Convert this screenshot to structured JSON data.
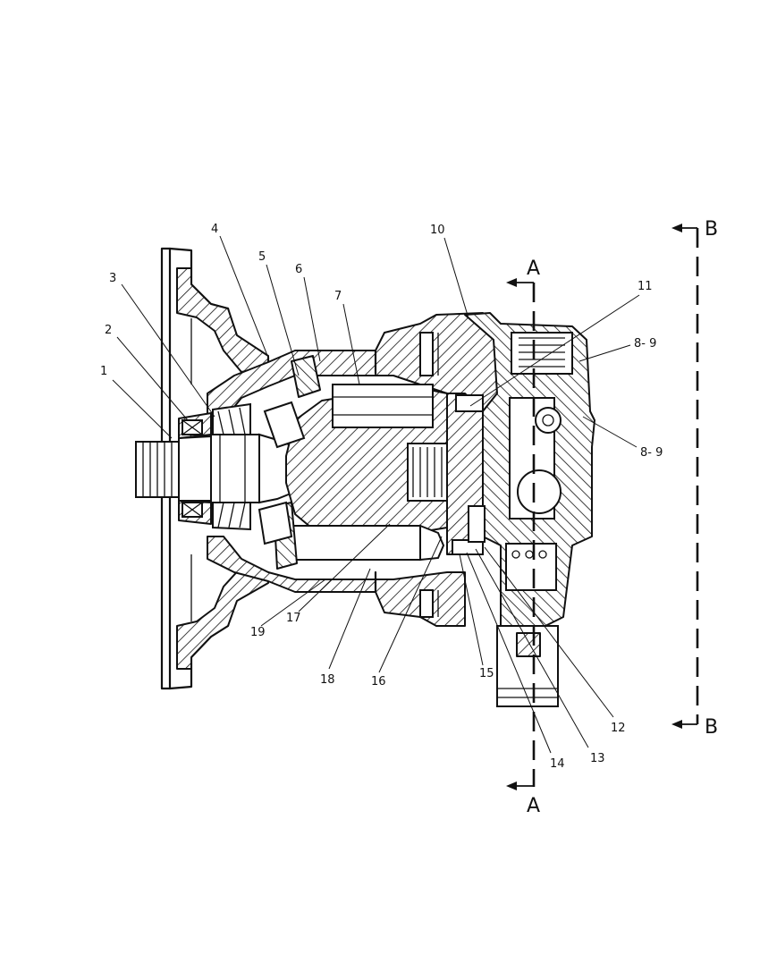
{
  "callouts": [
    {
      "id": "1",
      "label": "1"
    },
    {
      "id": "2",
      "label": "2"
    },
    {
      "id": "3",
      "label": "3"
    },
    {
      "id": "4",
      "label": "4"
    },
    {
      "id": "5",
      "label": "5"
    },
    {
      "id": "6",
      "label": "6"
    },
    {
      "id": "7",
      "label": "7"
    },
    {
      "id": "8-9-top",
      "label": "8- 9"
    },
    {
      "id": "8-9-bottom",
      "label": "8- 9"
    },
    {
      "id": "10",
      "label": "10"
    },
    {
      "id": "11",
      "label": "11"
    },
    {
      "id": "12",
      "label": "12"
    },
    {
      "id": "13",
      "label": "13"
    },
    {
      "id": "14",
      "label": "14"
    },
    {
      "id": "15",
      "label": "15"
    },
    {
      "id": "16",
      "label": "16"
    },
    {
      "id": "17",
      "label": "17"
    },
    {
      "id": "18",
      "label": "18"
    },
    {
      "id": "19",
      "label": "19"
    }
  ],
  "section_markers": {
    "a_top": "A",
    "a_bottom": "A",
    "b_top": "B",
    "b_bottom": "B"
  }
}
